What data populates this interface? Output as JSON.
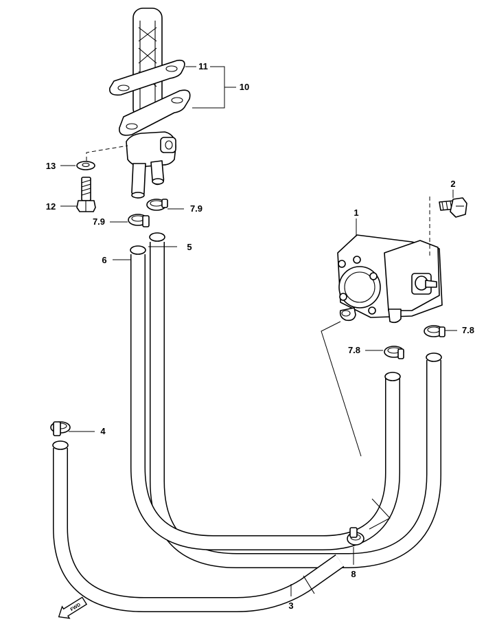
{
  "diagram": {
    "callouts": {
      "p1": "1",
      "p2": "2",
      "p3": "3",
      "p4": "4",
      "p5": "5",
      "p6": "6",
      "p78a": "7.8",
      "p78b": "7.8",
      "p79a": "7.9",
      "p79b": "7.9",
      "p8": "8",
      "p10": "10",
      "p11": "11",
      "p12": "12",
      "p13": "13"
    },
    "direction_badge": "FWD"
  }
}
